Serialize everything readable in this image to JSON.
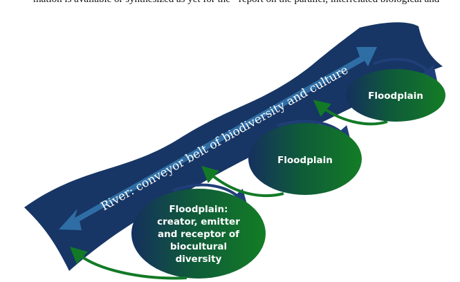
{
  "body_text": {
    "left_fragment": "mation is available or synthesized as yet for the",
    "right_fragment": "report on the parallel, interrelated biological and"
  },
  "diagram": {
    "river_label": "River: conveyor belt of biodiversity and culture",
    "floodplains": [
      {
        "lines": [
          "Floodplain"
        ]
      },
      {
        "lines": [
          "Floodplain"
        ]
      },
      {
        "lines": [
          "Floodplain:",
          "creator, emitter",
          "and receptor of",
          "biocultural",
          "diversity"
        ]
      }
    ],
    "colors": {
      "river": "#173665",
      "arrow": "#2f6ea5",
      "green": "#127a26",
      "navy_arrow": "#1f3f78"
    }
  }
}
